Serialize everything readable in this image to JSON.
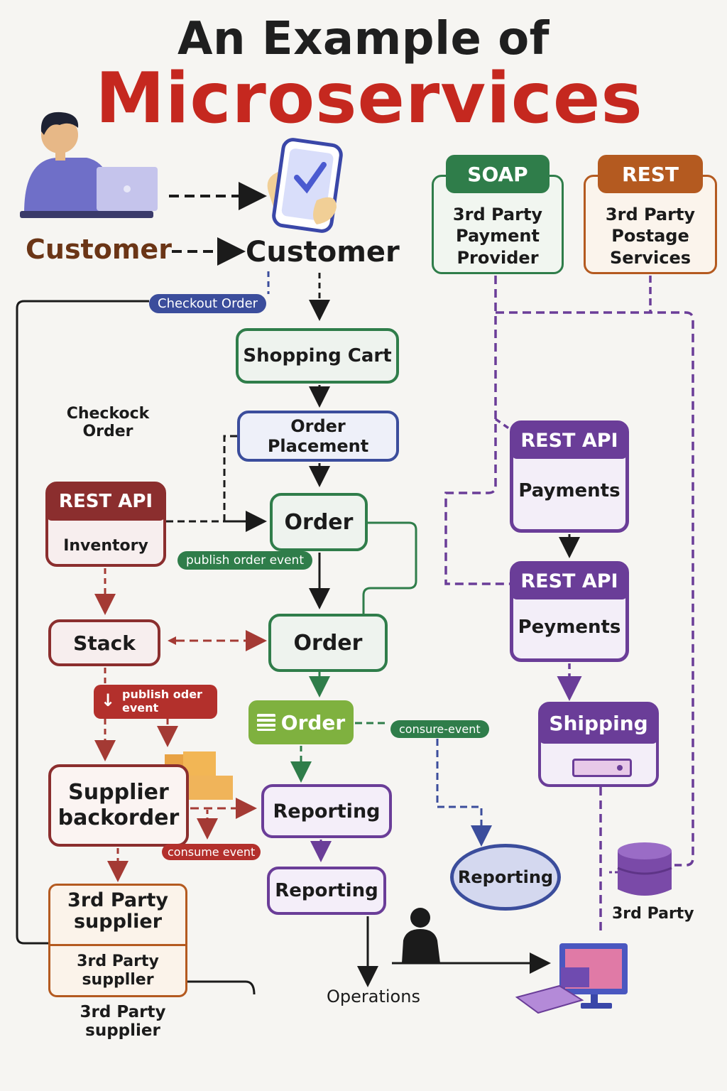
{
  "title": {
    "line1": "An Example of",
    "line2": "Microservices"
  },
  "customer": {
    "left_label": "Customer",
    "right_label": "Customer"
  },
  "labels": {
    "checkout_order": "Checkout Order",
    "checkock_order": "Checkock\nOrder",
    "publish_order_event": "publish order event",
    "publish_oder_event": "publish oder\nevent",
    "consure_event": "consure-event",
    "consume_event": "consume event",
    "operations": "Operations",
    "third_party": "3rd Party",
    "third_party_supplier_bottom": "3rd Party\nsupplier"
  },
  "nodes": {
    "shopping_cart": "Shopping Cart",
    "order_placement": "Order Placement",
    "order_1": "Order",
    "order_2": "Order",
    "order_3": "Order",
    "inventory_header": "REST API",
    "inventory_body": "Inventory",
    "stack": "Stack",
    "supplier_backorder": "Supplier\nbackorder",
    "third_party_supplier_top": "3rd Party\nsupplier",
    "third_party_suppller": "3rd Party\nsuppller",
    "reporting_1": "Reporting",
    "reporting_2": "Reporting",
    "reporting_ellipse": "Reporting",
    "soap_header": "SOAP",
    "soap_body": "3rd Party\nPayment\nProvider",
    "rest_header": "REST",
    "rest_body": "3rd Party\nPostage\nServices",
    "payments_header": "REST API",
    "payments_body": "Payments",
    "peyments_header": "REST API",
    "peyments_body": "Peyments",
    "shipping": "Shipping"
  },
  "colors": {
    "title_red": "#c5281f",
    "green": "#2f7d4a",
    "blue": "#3b4d9c",
    "maroon": "#8b2e2e",
    "purple": "#6a3d98",
    "orange": "#b45a20",
    "lime": "#7fb13f"
  },
  "icons": [
    "person-laptop-icon",
    "phone-checkmark-icon",
    "list-icon",
    "database-icon",
    "worker-icon",
    "computer-icon",
    "boxes-icon",
    "drive-icon"
  ]
}
